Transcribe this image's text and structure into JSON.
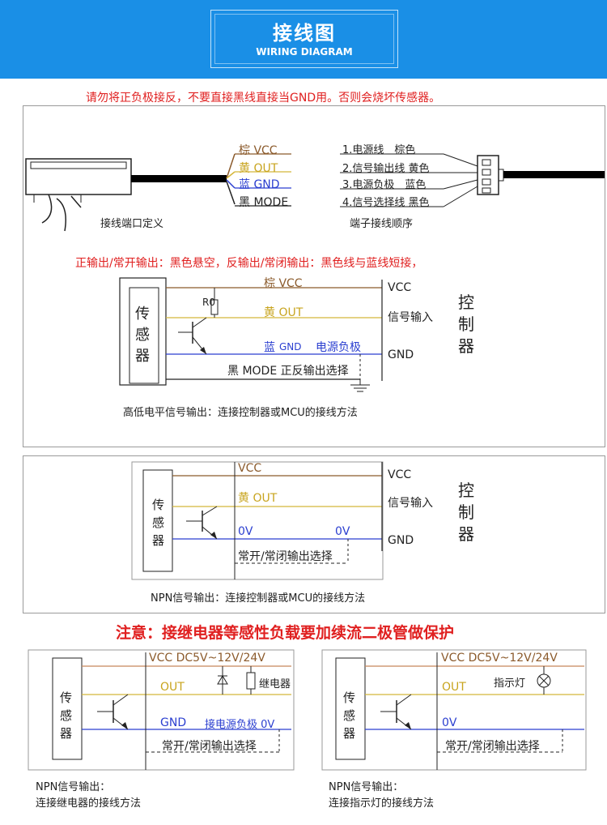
{
  "header": {
    "title_zh": "接线图",
    "title_en": "WIRING DIAGRAM"
  },
  "warning": "请勿将正负极接反，不要直接黑线直接当GND用。否则会烧坏传感器。",
  "section1": {
    "wires": [
      "棕 VCC",
      "黄 OUT",
      "蓝 GND",
      "黑 MODE"
    ],
    "port_caption": "接线端口定义",
    "terminal_items": [
      "1.电源线　棕色",
      "2.信号输出线  黄色",
      "3.电源负极　蓝色",
      "4.信号选择线  黑色"
    ],
    "terminal_caption": "端子接线顺序"
  },
  "section2": {
    "note": "正输出/常开输出：黑色悬空，反输出/常闭输出：黑色线与蓝线短接，",
    "sensor": "传感器",
    "r0": "R0",
    "vcc": "棕 VCC",
    "out": "黄 OUT",
    "gnd_color": "蓝",
    "gnd_word": "GND",
    "power_neg": "电源负极",
    "mode": "黑 MODE 正反输出选择",
    "ctrl_vcc": "VCC",
    "ctrl_in": "信号输入",
    "ctrl_gnd": "GND",
    "controller": "控制器",
    "caption": "高低电平信号输出：连接控制器或MCU的接线方法"
  },
  "section3": {
    "sensor": "传感器",
    "vcc": "VCC",
    "out": "黄 OUT",
    "zero_a": "0V",
    "zero_b": "0V",
    "select": "常开/常闭输出选择",
    "ctrl_vcc": "VCC",
    "ctrl_in": "信号输入",
    "ctrl_gnd": "GND",
    "controller": "控制器",
    "caption": "NPN信号输出：连接控制器或MCU的接线方法"
  },
  "notice": "注意：接继电器等感性负载要加续流二极管做保护",
  "section4": {
    "sensor": "传感器",
    "vcc": "VCC DC5V~12V/24V",
    "relay": "继电器",
    "out": "OUT",
    "gnd": "GND",
    "relay_neg": "接电源负极 0V",
    "select": "常开/常闭输出选择",
    "caption1": "NPN信号输出：",
    "caption2": "连接继电器的接线方法"
  },
  "section5": {
    "sensor": "传感器",
    "vcc": "VCC DC5V~12V/24V",
    "lamp": "指示灯",
    "out": "OUT",
    "zero": "0V",
    "select": "常开/常闭输出选择",
    "caption1": "NPN信号输出：",
    "caption2": "连接指示灯的接线方法"
  },
  "colors": {
    "header": "#1a8fe6",
    "brown": "#8b5a2b",
    "yellow": "#d4b63a",
    "blue": "#2b3fd0",
    "red": "#e02020",
    "copper": "#c8865a"
  }
}
